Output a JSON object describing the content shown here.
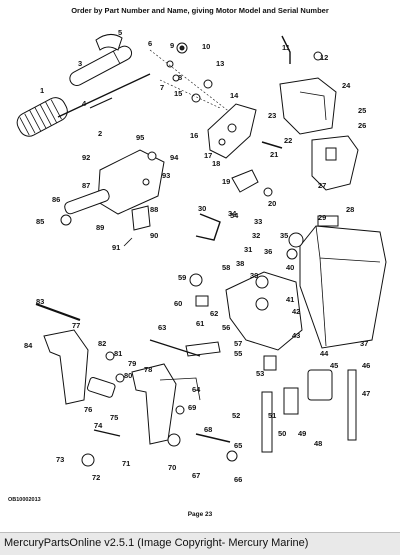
{
  "header": {
    "text": "Order by Part Number and Name, giving Motor Model and Serial Number"
  },
  "figure": {
    "code": "OB10002013"
  },
  "footer": {
    "page": "Page 23"
  },
  "caption": {
    "text": "MercuryPartsOnline v2.5.1 (Image Copyright- Mercury Marine)"
  },
  "callouts": [
    "1",
    "2",
    "3",
    "4",
    "5",
    "6",
    "7",
    "8",
    "9",
    "10",
    "11",
    "12",
    "13",
    "14",
    "15",
    "16",
    "17",
    "18",
    "19",
    "20",
    "21",
    "22",
    "23",
    "24",
    "25",
    "26",
    "27",
    "28",
    "29",
    "30",
    "31",
    "32",
    "33",
    "34",
    "35",
    "36",
    "37",
    "38",
    "39",
    "40",
    "41",
    "42",
    "43",
    "44",
    "45",
    "46",
    "47",
    "48",
    "49",
    "50",
    "51",
    "52",
    "53",
    "54",
    "55",
    "56",
    "57",
    "58",
    "59",
    "60",
    "61",
    "62",
    "63",
    "64",
    "65",
    "66",
    "67",
    "68",
    "69",
    "70",
    "71",
    "72",
    "73",
    "74",
    "75",
    "76",
    "77",
    "78",
    "79",
    "80",
    "81",
    "82",
    "83",
    "84",
    "85",
    "86",
    "87",
    "88",
    "89",
    "90",
    "91",
    "92",
    "93",
    "94",
    "95"
  ]
}
